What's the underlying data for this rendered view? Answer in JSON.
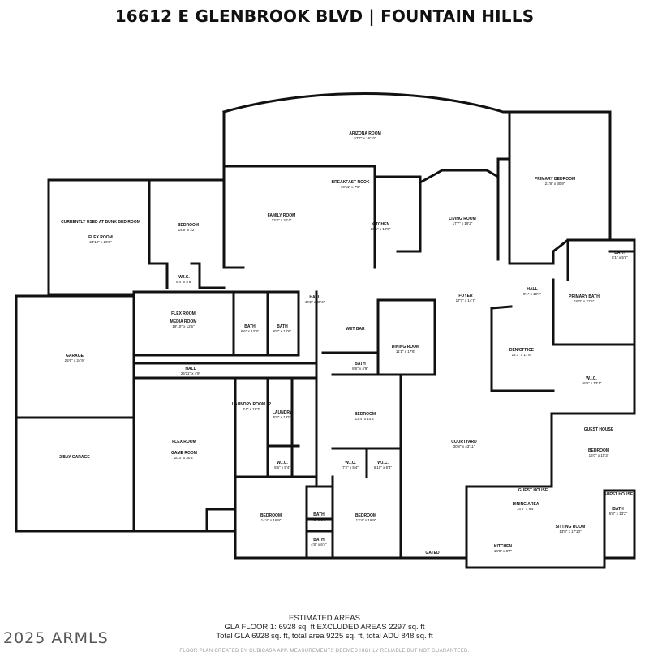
{
  "title": "16612 E GLENBROOK BLVD | FOUNTAIN HILLS",
  "rooms": [
    {
      "label": "ARIZONA ROOM",
      "dim": "57'7\" x 16'10\""
    },
    {
      "label": "BREAKFAST NOOK",
      "dim": "10'11\" x 7'6\""
    },
    {
      "label": "FAMILY ROOM",
      "dim": "23'4\" x 21'4\""
    },
    {
      "label": "KITCHEN",
      "dim": "16'6\" x 18'5\""
    },
    {
      "label": "LIVING ROOM",
      "dim": "17'7\" x 19'2\""
    },
    {
      "label": "PRIMARY BEDROOM",
      "dim": "21'8\" x 30'9\""
    },
    {
      "label": "BATH",
      "dim": "6'1\" x 5'6\""
    },
    {
      "label": "CURRENTLY USED AT BUNK BED ROOM",
      "dim": ""
    },
    {
      "label": "FLEX ROOM",
      "dim": "23'10\" x 20'3\""
    },
    {
      "label": "BEDROOM",
      "dim": "14'9\" x 22'7\""
    },
    {
      "label": "W.I.C.",
      "dim": "6'4\" x 5'6\""
    },
    {
      "label": "HALL",
      "dim": "40'2\" x 45'6\""
    },
    {
      "label": "FOYER",
      "dim": "17'7\" x 14'7\""
    },
    {
      "label": "HALL",
      "dim": "9'1\" x 10'1\""
    },
    {
      "label": "PRIMARY BATH",
      "dim": "16'0\" x 21'5\""
    },
    {
      "label": "GARAGE",
      "dim": "25'6\" x 24'9\""
    },
    {
      "label": "FLEX ROOM",
      "dim": ""
    },
    {
      "label": "MEDIA ROOM",
      "dim": "19'10\" x 12'5\""
    },
    {
      "label": "BATH",
      "dim": "6'6\" x 12'9\""
    },
    {
      "label": "BATH",
      "dim": "6'8\" x 12'6\""
    },
    {
      "label": "WET BAR",
      "dim": ""
    },
    {
      "label": "DINING ROOM",
      "dim": "11'1\" x 17'6\""
    },
    {
      "label": "DEN/OFFICE",
      "dim": "12'3\" x 17'6\""
    },
    {
      "label": "BATH",
      "dim": "8'8\" x 4'9\""
    },
    {
      "label": "W.I.C.",
      "dim": "16'0\" x 13'1\""
    },
    {
      "label": "HALL",
      "dim": "26'11\" x 4'9\""
    },
    {
      "label": "LAUNDRY ROOM #2",
      "dim": "8'4\" x 19'3\""
    },
    {
      "label": "LAUNDRY",
      "dim": "5'8\" x 13'0\""
    },
    {
      "label": "BEDROOM",
      "dim": "13'4\" x 14'4\""
    },
    {
      "label": "COURTYARD",
      "dim": "30'8\" x 43'11\""
    },
    {
      "label": "GUEST HOUSE",
      "dim": ""
    },
    {
      "label": "BEDROOM",
      "dim": "16'0\" x 15'3\""
    },
    {
      "label": "2 BAY GARAGE",
      "dim": ""
    },
    {
      "label": "FLEX ROOM",
      "dim": ""
    },
    {
      "label": "GAME ROOM",
      "dim": "20'3\" x 30'2\""
    },
    {
      "label": "W.I.C.",
      "dim": "5'6\" x 5'4\""
    },
    {
      "label": "W.I.C.",
      "dim": "7'2\" x 5'4\""
    },
    {
      "label": "W.I.C.",
      "dim": "6'10\" x 5'4\""
    },
    {
      "label": "DINING AREA",
      "dim": "14'0\" x 9'4\""
    },
    {
      "label": "GUEST HOUSE",
      "dim": ""
    },
    {
      "label": "GUEST HOUSE",
      "dim": ""
    },
    {
      "label": "BATH",
      "dim": "5'8\" x 13'2\""
    },
    {
      "label": "SITTING ROOM",
      "dim": "13'8\" x 17'10\""
    },
    {
      "label": "KITCHEN",
      "dim": "14'0\" x 8'7\""
    },
    {
      "label": "BEDROOM",
      "dim": "14'4\" x 16'9\""
    },
    {
      "label": "BATH",
      "dim": "4'8\" x 6'8\""
    },
    {
      "label": "BATH",
      "dim": "4'8\" x 6'4\""
    },
    {
      "label": "BEDROOM",
      "dim": "13'4\" x 16'9\""
    },
    {
      "label": "GATED",
      "dim": ""
    }
  ],
  "areas": {
    "heading": "ESTIMATED AREAS",
    "line1": "GLA FLOOR 1: 6928 sq. ft EXCLUDED AREAS 2297 sq. ft",
    "line2": "Total GLA 6928 sq. ft, total area 9225 sq. ft, total ADU 848 sq. ft"
  },
  "copyright": "2025 ARMLS",
  "disclaimer": "FLOOR PLAN CREATED BY CUBICASA APP. MEASUREMENTS DEEMED HIGHLY RELIABLE BUT NOT GUARANTEED.",
  "colors": {
    "wall": "#111111",
    "background": "#ffffff"
  }
}
